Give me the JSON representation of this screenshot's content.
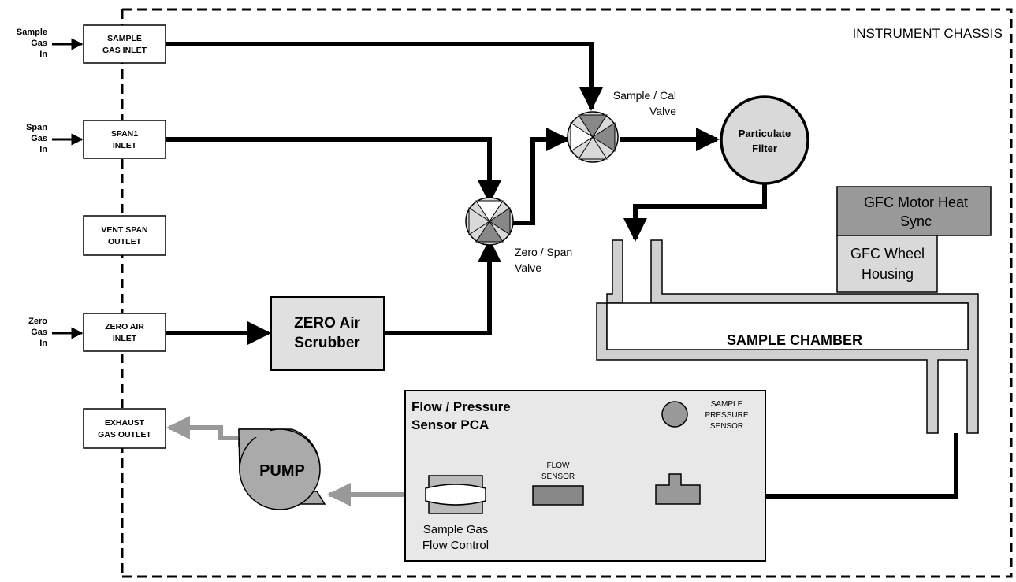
{
  "chassis_label": "INSTRUMENT CHASSIS",
  "external_inputs": {
    "sample": [
      "Sample",
      "Gas",
      "In"
    ],
    "span": [
      "Span",
      "Gas",
      "In"
    ],
    "zero": [
      "Zero",
      "Gas",
      "In"
    ]
  },
  "ports": {
    "sample_inlet": [
      "SAMPLE",
      "GAS INLET"
    ],
    "span1_inlet": [
      "SPAN1",
      "INLET"
    ],
    "vent_span_outlet": [
      "VENT SPAN",
      "OUTLET"
    ],
    "zero_air_inlet": [
      "ZERO AIR",
      "INLET"
    ],
    "exhaust_gas_outlet": [
      "EXHAUST",
      "GAS OUTLET"
    ]
  },
  "components": {
    "zero_air_scrubber": [
      "ZERO Air",
      "Scrubber"
    ],
    "particulate_filter": [
      "Particulate",
      "Filter"
    ],
    "sample_cal_valve": [
      "Sample / Cal",
      "Valve"
    ],
    "zero_span_valve": [
      "Zero / Span",
      "Valve"
    ],
    "gfc_motor_heat_sync": [
      "GFC Motor Heat",
      "Sync"
    ],
    "gfc_wheel_housing": [
      "GFC Wheel",
      "Housing"
    ],
    "sample_chamber": "SAMPLE CHAMBER",
    "flow_pressure_pca": [
      "Flow / Pressure",
      "Sensor PCA"
    ],
    "sample_pressure_sensor": [
      "SAMPLE",
      "PRESSURE",
      "SENSOR"
    ],
    "flow_sensor": [
      "FLOW",
      "SENSOR"
    ],
    "sample_gas_flow_control": [
      "Sample Gas",
      "Flow Control"
    ],
    "pump": "PUMP"
  },
  "colors": {
    "flow_line": "#000000",
    "exhaust_line": "#999999",
    "component_fill": "#d9d9d9",
    "dark_fill": "#999999",
    "pca_fill": "#e8e8e8"
  }
}
